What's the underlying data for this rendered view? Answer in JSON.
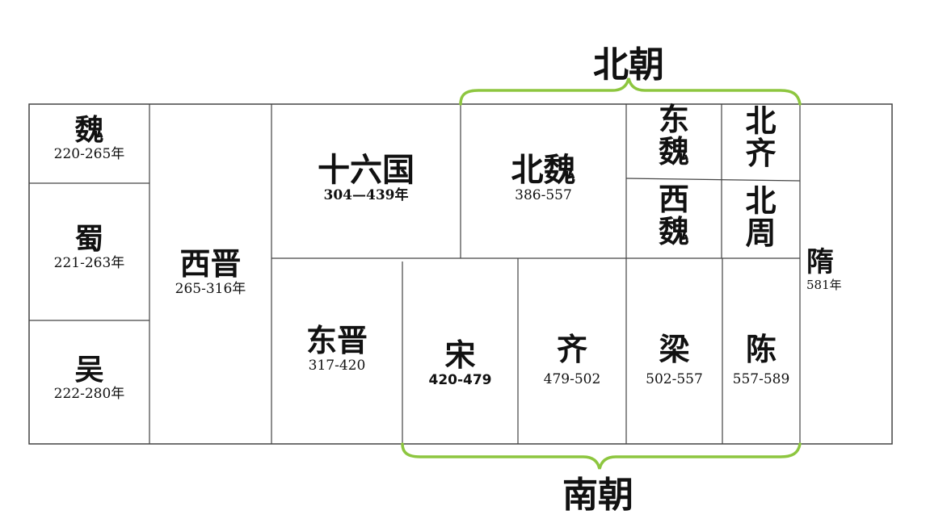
{
  "labels": {
    "north": "北朝",
    "south": "南朝"
  },
  "colors": {
    "border": "#444444",
    "brace": "#8dc63f",
    "text": "#111111"
  },
  "dynasties": {
    "wei": {
      "name": "魏",
      "years": "220-265年"
    },
    "shu": {
      "name": "蜀",
      "years": "221-263年"
    },
    "wu": {
      "name": "吴",
      "years": "222-280年"
    },
    "xijin": {
      "name": "西晋",
      "years": "265-316年"
    },
    "shiliuguo": {
      "name": "十六国",
      "years": "304—439年"
    },
    "beiwei": {
      "name": "北魏",
      "years": "386-557"
    },
    "dongwei": {
      "line1": "东",
      "line2": "魏"
    },
    "beiqi": {
      "line1": "北",
      "line2": "齐"
    },
    "xiwei": {
      "line1": "西",
      "line2": "魏"
    },
    "beizhou": {
      "line1": "北",
      "line2": "周"
    },
    "dongjin": {
      "name": "东晋",
      "years": "317-420"
    },
    "song": {
      "name": "宋",
      "years": "420-479"
    },
    "qi": {
      "name": "齐",
      "years": "479-502"
    },
    "liang": {
      "name": "梁",
      "years": "502-557"
    },
    "chen": {
      "name": "陈",
      "years": "557-589"
    },
    "sui": {
      "name": "隋",
      "years": "581年"
    }
  }
}
